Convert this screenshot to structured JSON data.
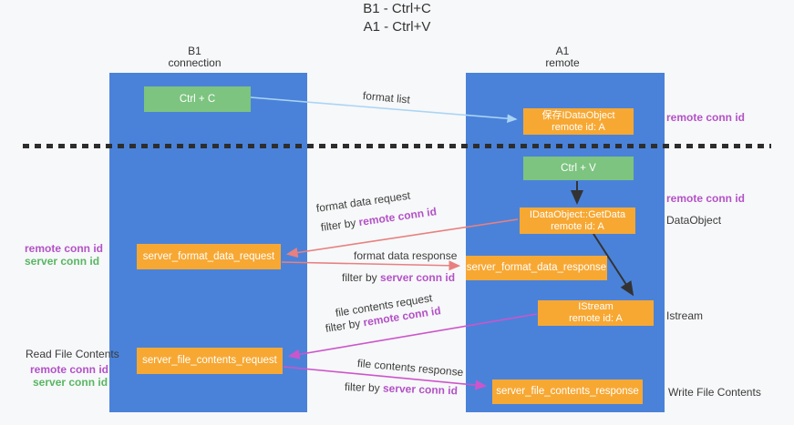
{
  "title": {
    "line1": "B1 - Ctrl+C",
    "line2": "A1 - Ctrl+V"
  },
  "columns": {
    "left": {
      "name": "B1",
      "subtitle": "connection"
    },
    "right": {
      "name": "A1",
      "subtitle": "remote"
    }
  },
  "boxes": {
    "ctrl_c": "Ctrl + C",
    "ctrl_v": "Ctrl + V",
    "save_idataobject": {
      "line1": "保存IDataObject",
      "line2": "remote id: A"
    },
    "getdata": {
      "line1": "IDataObject::GetData",
      "line2": "remote id: A"
    },
    "istream": {
      "line1": "IStream",
      "line2": "remote id: A"
    },
    "format_request": "server_format_data_request",
    "format_response": "server_format_data_response",
    "file_request": "server_file_contents_request",
    "file_response": "server_file_contents_response"
  },
  "flow_labels": {
    "format_list": "format list",
    "format_data_request": "format data request",
    "format_data_response": "format data response",
    "file_contents_request": "file contents request",
    "file_contents_response": "file contents response",
    "filter_by": "filter by ",
    "remote_conn_id": "remote conn id",
    "server_conn_id": "server conn id"
  },
  "side_labels": {
    "remote_conn_id": "remote conn id",
    "server_conn_id": "server conn id",
    "dataobject": "DataObject",
    "istream": "Istream",
    "read_file_contents": "Read File Contents",
    "write_file_contents": "Write File Contents"
  },
  "colors": {
    "lane_blue": "#4a82d9",
    "box_green": "#7cc47f",
    "box_orange": "#f7a833",
    "arrow_light_blue": "#aad4f5",
    "arrow_red": "#e88080",
    "arrow_magenta": "#cc55cc",
    "arrow_black": "#333333",
    "highlight_purple": "#b352c7",
    "highlight_green": "#58b663"
  }
}
